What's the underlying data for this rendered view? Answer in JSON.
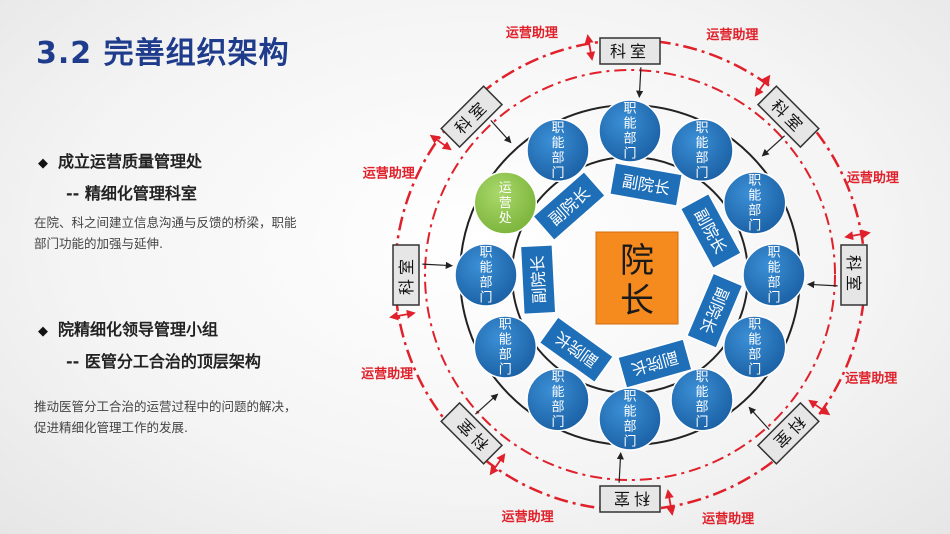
{
  "title": "3.2  完善组织架构",
  "left_panel": {
    "item1": {
      "bullet": "◆",
      "heading": "成立运营质量管理处",
      "subheading": "-- 精细化管理科室",
      "description": "在院、科之间建立信息沟通与反馈的桥梁，职能部门功能的加强与延伸."
    },
    "item2": {
      "bullet": "◆",
      "heading": "院精细化领导管理小组",
      "subheading": "-- 医管分工合治的顶层架构",
      "description": "推动医管分工合治的运营过程中的问题的解决，促进精细化管理工作的发展."
    }
  },
  "diagram": {
    "center_label": "院长",
    "inner_label": "副院长",
    "inner_count": 7,
    "middle_label": "职能部门",
    "middle_count": 12,
    "highlight_label": "运营处",
    "outer_label": "科室",
    "outer_count": 8,
    "assistant_label": "运营助理",
    "assistant_count": 8,
    "colors": {
      "center_fill": "#f58a1f",
      "blue_fill": "#1f6fb8",
      "green_fill": "#8dc63f",
      "red": "#e0202a",
      "gray_box": "#e6e6e6"
    }
  }
}
